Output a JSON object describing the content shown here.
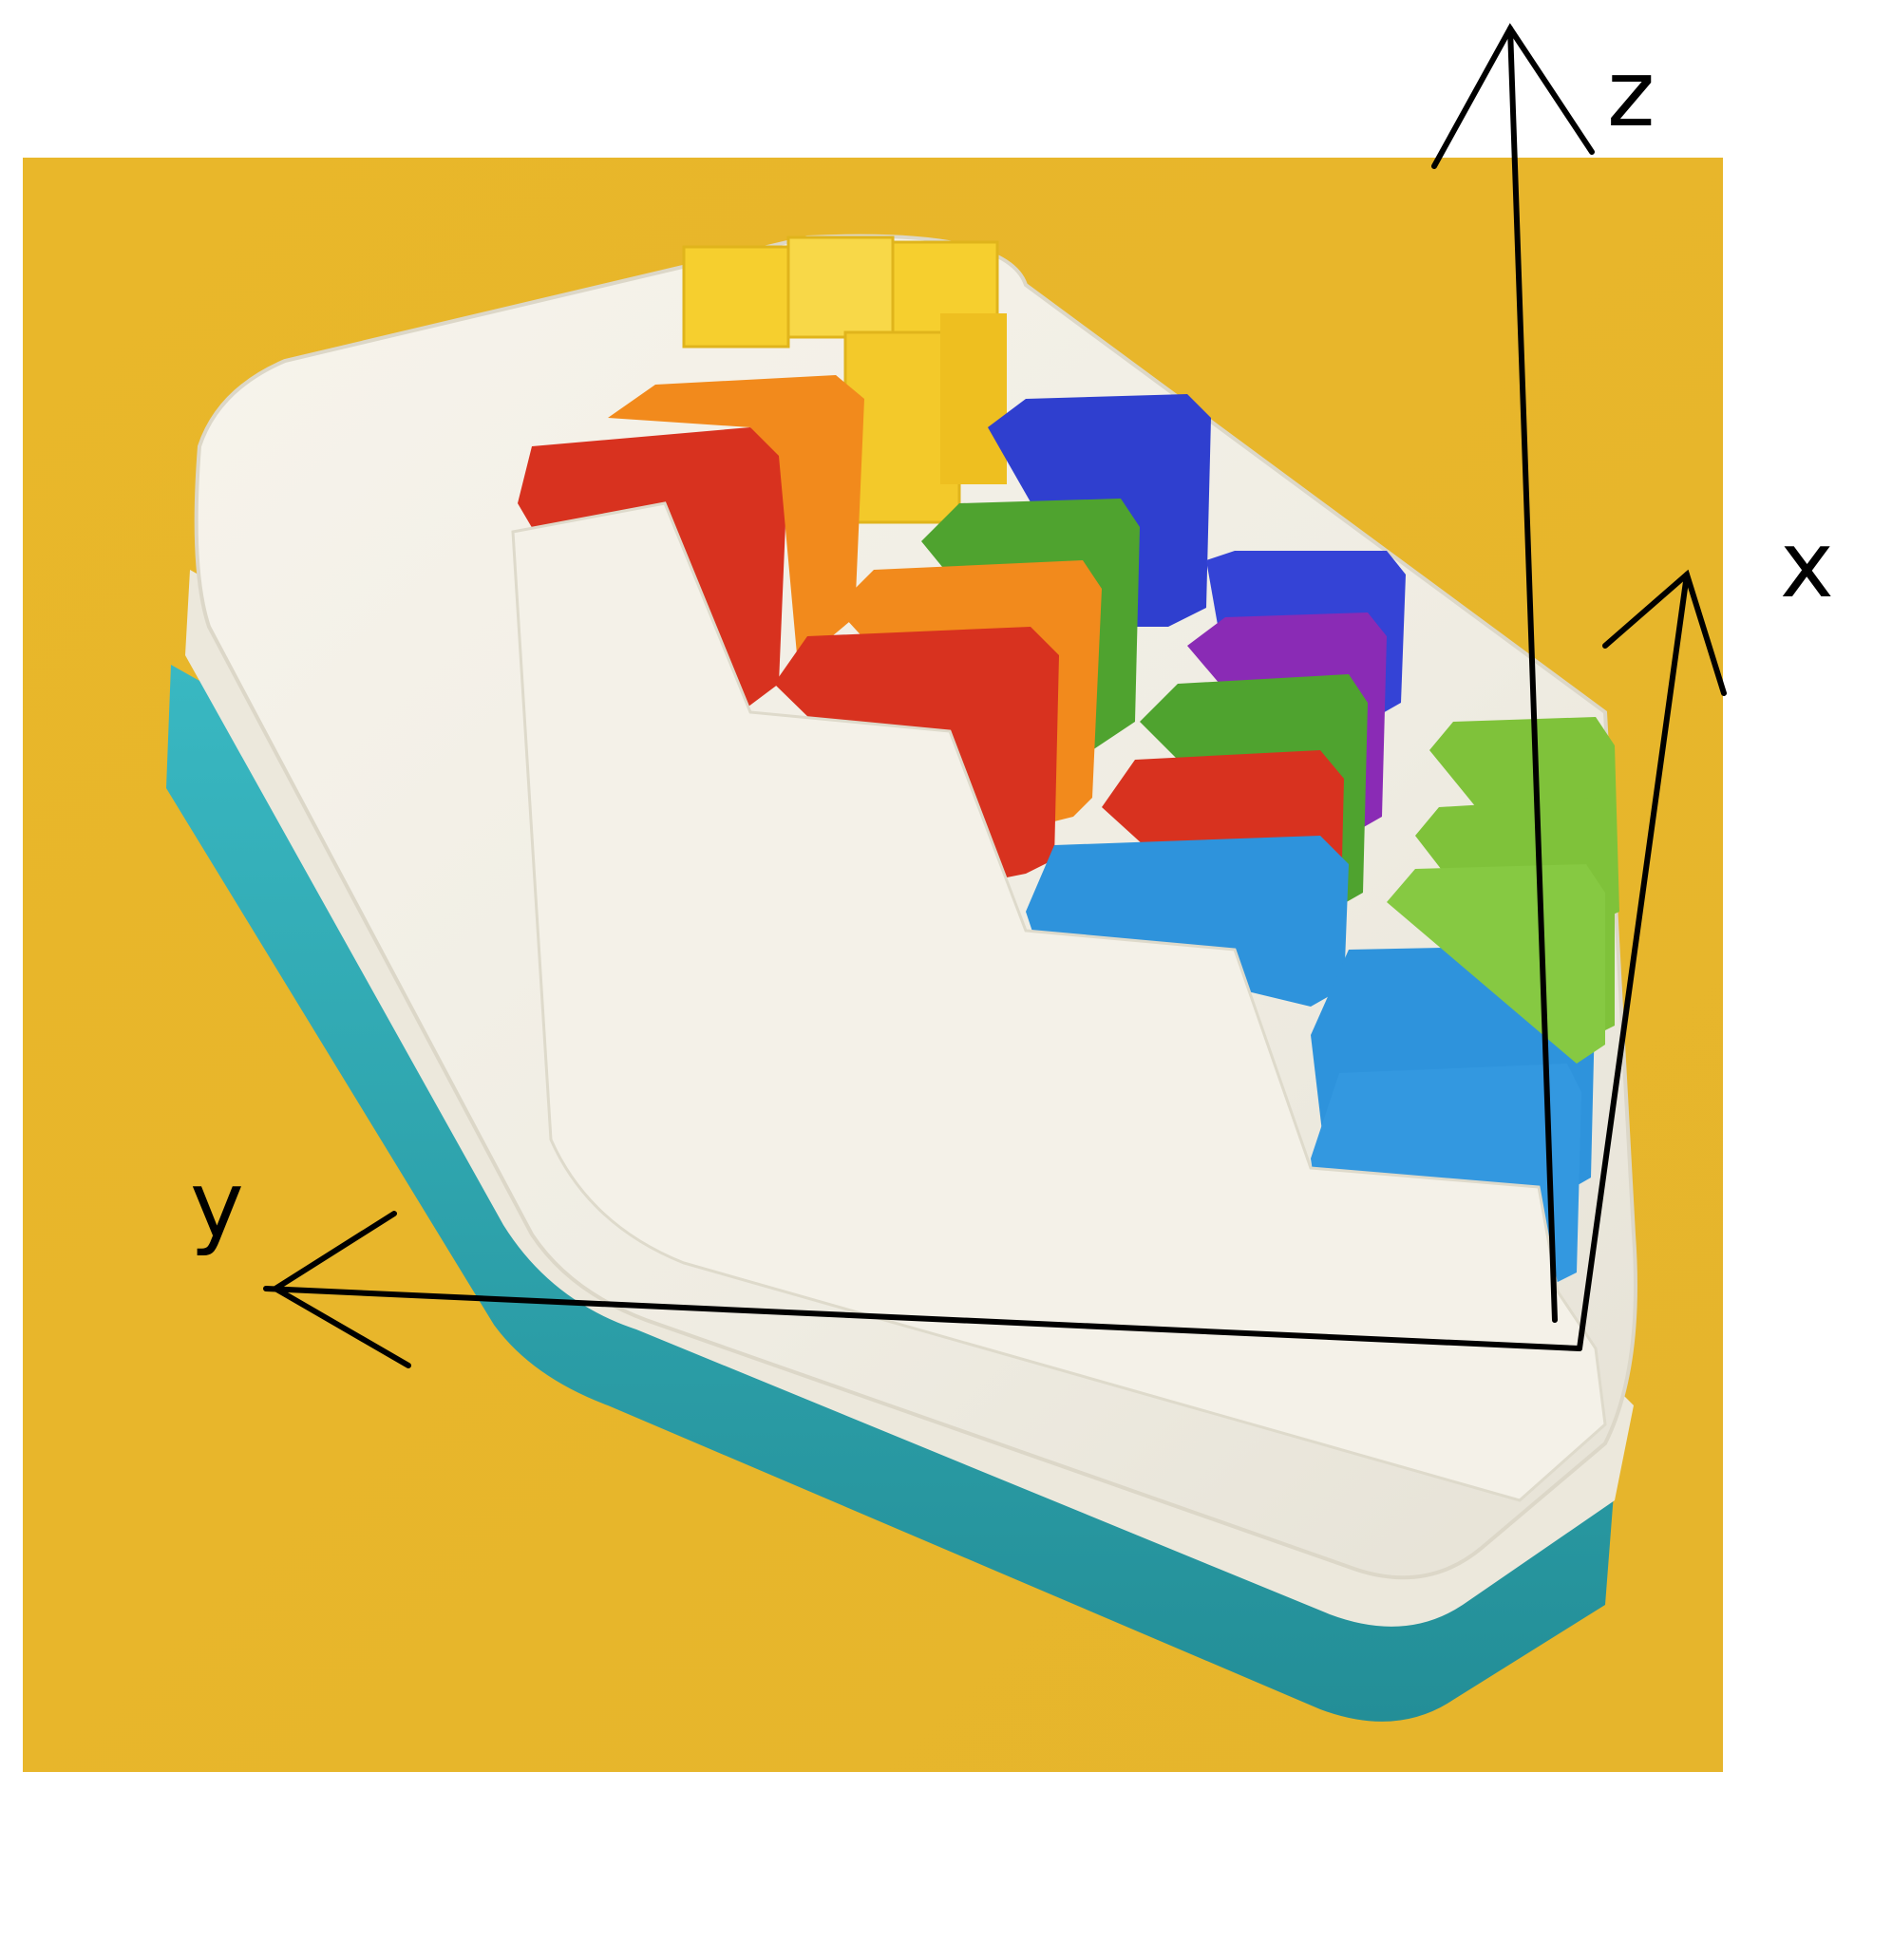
{
  "photo": {
    "background_color": "#e8b628",
    "tray_color": "#f2efe6",
    "base_color": "#2fa9b3",
    "block_colors": {
      "red": "#d8321f",
      "orange": "#f28a1c",
      "yellow": "#f6cf2e",
      "green": "#4fa32f",
      "lime": "#7fc23a",
      "blue": "#2f3fcf",
      "purple": "#8a2bb5",
      "sky": "#2e93dc"
    }
  },
  "axes": {
    "x": {
      "label": "x"
    },
    "y": {
      "label": "y"
    },
    "z": {
      "label": "z"
    }
  }
}
